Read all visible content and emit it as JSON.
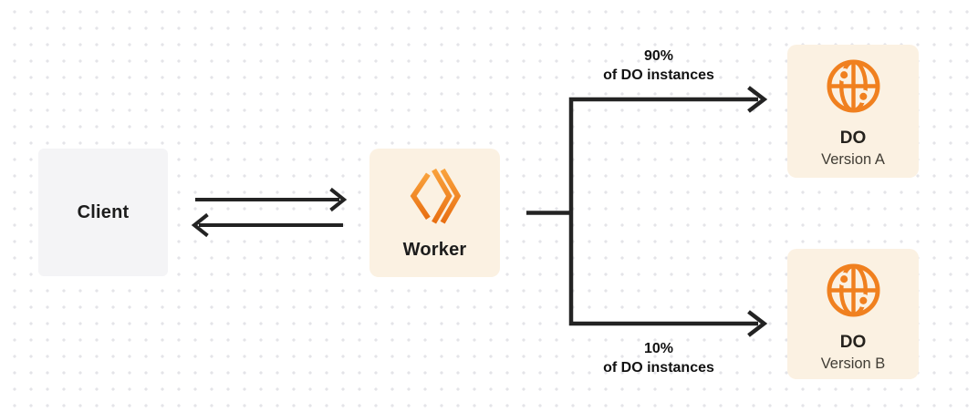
{
  "colors": {
    "background": "#FFFFFF",
    "dot_grid": "#E4E4E8",
    "connector_line": "#232323",
    "client_box_fill": "#F4F4F6",
    "worker_box_fill": "#FBF1E2",
    "do_box_fill": "#FBF1E2",
    "accent_orange": "#F0801F",
    "worker_icon_gradient_top": "#F9A23C",
    "worker_icon_gradient_bottom": "#E86F12"
  },
  "nodes": {
    "client": {
      "label": "Client"
    },
    "worker": {
      "label": "Worker",
      "icon": "cloudflare-workers-icon"
    },
    "do_a": {
      "title": "DO",
      "subtitle": "Version A",
      "icon": "globe-icon"
    },
    "do_b": {
      "title": "DO",
      "subtitle": "Version B",
      "icon": "globe-icon"
    }
  },
  "edges": {
    "client_worker": {
      "type": "bidirectional-arrows"
    },
    "worker_to_do_a": {
      "percent": "90%",
      "caption": "of DO instances"
    },
    "worker_to_do_b": {
      "percent": "10%",
      "caption": "of DO instances"
    }
  }
}
